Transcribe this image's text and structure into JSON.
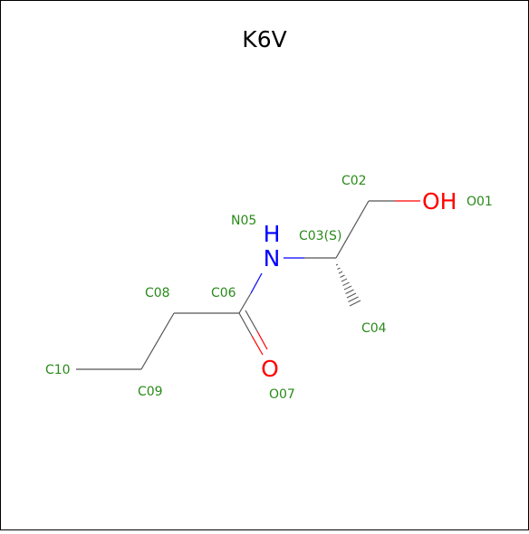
{
  "title": "K6V",
  "atoms": {
    "O01": {
      "tag": "O01",
      "symbol": "OH",
      "color": "#ff0000"
    },
    "C02": {
      "tag": "C02"
    },
    "C03": {
      "tag": "C03(S)"
    },
    "C04": {
      "tag": "C04"
    },
    "N05": {
      "tag": "N05",
      "symbol": "N",
      "hydrogen": "H",
      "color": "#0000ff"
    },
    "C06": {
      "tag": "C06"
    },
    "O07": {
      "tag": "O07",
      "symbol": "O",
      "color": "#ff0000"
    },
    "C08": {
      "tag": "C08"
    },
    "C09": {
      "tag": "C09"
    },
    "C10": {
      "tag": "C10"
    }
  },
  "colors": {
    "tag": "#2a8a1a",
    "bond": "#555555",
    "nitrogen": "#0000ff",
    "oxygen": "#ff0000",
    "border": "#000000"
  }
}
